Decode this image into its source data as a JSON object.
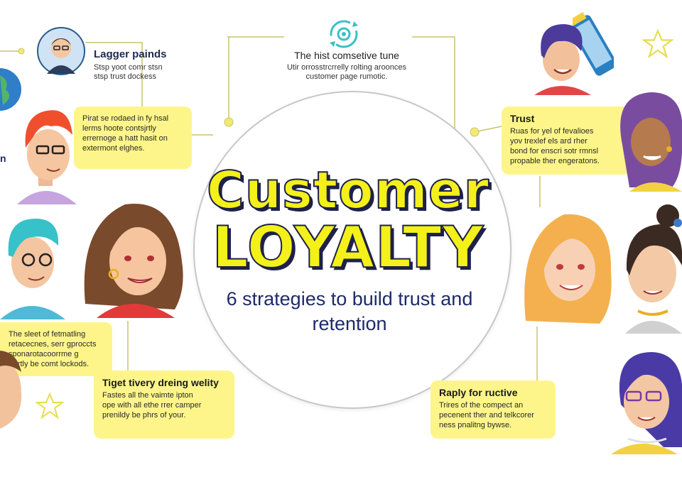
{
  "title": {
    "line1": "Customer",
    "line2": "LOYALTY"
  },
  "subtitle": "6 strategies to build trust and retention",
  "center_top": {
    "heading": "The hist comsetive tune",
    "line1": "Utir orrosstrcrrelly rolting aroonces",
    "line2": "customer page rumotic."
  },
  "top_left": {
    "heading": "Lagger painds",
    "line1": "Stsp yoot comr stsn",
    "line2": "stsp trust dockess"
  },
  "left_box": {
    "line1": "Pirat se rodaed in fy hsal",
    "line2": "lerms hoote contsjrtly",
    "line3": "errernoge a hatt hasit on",
    "line4": "extermont elghes."
  },
  "right_box": {
    "heading": "Trust",
    "line1": "Ruas for yel of fevalioes",
    "line2": "yov trexlef els ard rher",
    "line3": "bond for enscri sotr rmnsl",
    "line4": "propable ther engeratons."
  },
  "lower_left_box": {
    "line1": "The sleet of fetmatling",
    "line2": "retacecnes, serr gproccts",
    "line3": "sponarotacoorrme g",
    "line4": "forrtly be comt lockods."
  },
  "bottom_left_box": {
    "heading": "Tiget tivery dreing welity",
    "line1": "Fastes all the vaimte ipton",
    "line2": "ope with all ethe rrer camper",
    "line3": "prenildy be phrs of your."
  },
  "bottom_right_box": {
    "heading": "Raply for ructive",
    "line1": "Trires of the compect an",
    "line2": "pecenent ther and telkcorer",
    "line3": "ness pnalitng bywse."
  },
  "edge_letter": "n",
  "colors": {
    "title_fill": "#f4f01a",
    "title_outline": "#1e2148",
    "box_bg": "#fdf58a",
    "subtitle": "#1e2a6a",
    "hub_border": "#c8c8c8"
  },
  "icons": [
    "refresh-target-icon",
    "globe-icon",
    "star-icon",
    "phone-icon"
  ]
}
